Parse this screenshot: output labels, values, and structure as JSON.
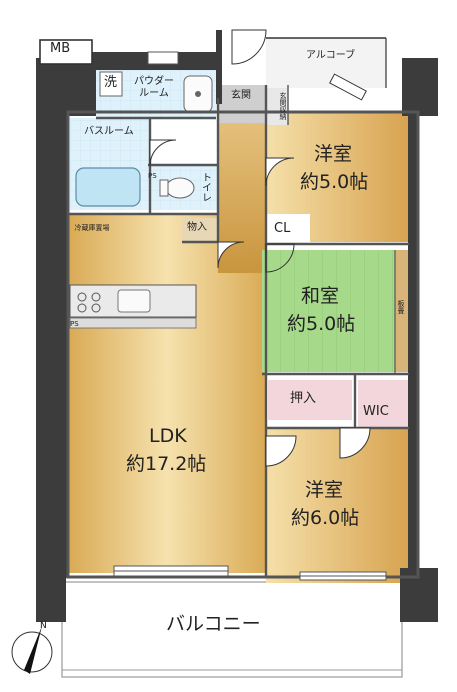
{
  "rooms": {
    "ldk": {
      "name": "LDK",
      "size": "約17.2帖"
    },
    "western_north": {
      "name": "洋室",
      "size": "約5.0帖"
    },
    "japanese": {
      "name": "和室",
      "size": "約5.0帖"
    },
    "western_south": {
      "name": "洋室",
      "size": "約6.0帖"
    }
  },
  "labels": {
    "mb": "MB",
    "alcove": "アルコーブ",
    "wash": "洗",
    "powder_room": "パウダールーム",
    "entrance": "玄関",
    "entrance_storage": "玄関収納",
    "bathroom": "バスルーム",
    "toilet": "トイレ",
    "ps_toilet": "PS",
    "ps_kitchen": "PS",
    "storage": "物入",
    "cl": "CL",
    "fridge": "冷蔵庫置場",
    "itajiki": "板畳",
    "oshiire": "押入",
    "wic": "WIC",
    "balcony": "バルコニー"
  },
  "colors": {
    "wall": "#3c3c3c",
    "floor_wood": "#e8c585",
    "floor_tile": "#d9eef8",
    "tatami": "#a9d98b",
    "closet": "#f2d6dc",
    "entrance": "#cfcfcf"
  }
}
